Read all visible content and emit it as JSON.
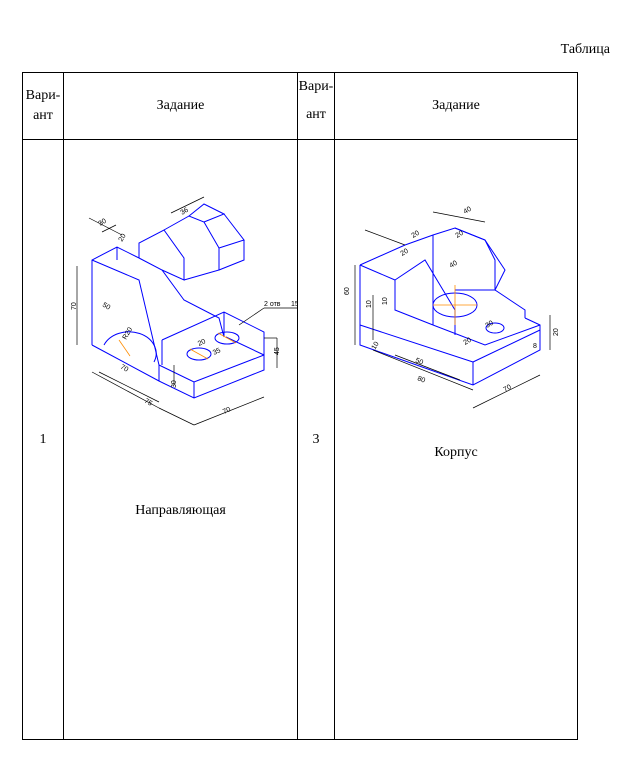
{
  "caption": "Таблица",
  "headers": {
    "variant_left": [
      "Вари-",
      "ант"
    ],
    "task_left": "Задание",
    "variant_right": [
      "Вари-",
      "ант"
    ],
    "task_right": "Задание"
  },
  "rows": [
    {
      "left": {
        "variant": "1",
        "part_name": "Направляющая",
        "dimensions": [
          "30",
          "20",
          "36",
          "70",
          "R20",
          "50",
          "70",
          "75",
          "70",
          "30",
          "20",
          "35",
          "45",
          "2 отв",
          "15"
        ]
      },
      "right": {
        "variant": "3",
        "part_name": "Корпус",
        "dimensions": [
          "40",
          "20",
          "20",
          "20",
          "40",
          "60",
          "10",
          "10",
          "10",
          "50",
          "80",
          "30",
          "20",
          "70",
          "20",
          "8"
        ]
      }
    }
  ],
  "colors": {
    "line": "#0000ff",
    "axis": "#ff8c00",
    "dimension": "#000000"
  }
}
